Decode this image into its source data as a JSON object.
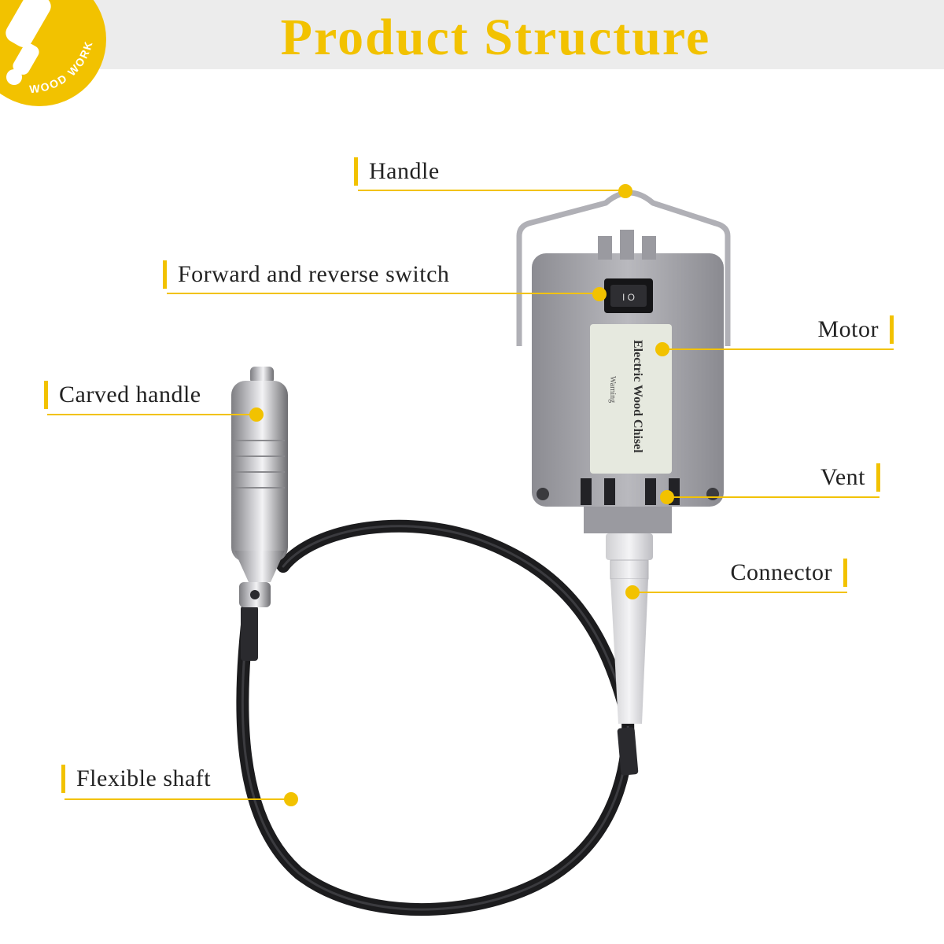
{
  "header": {
    "title": "Product Structure"
  },
  "logo": {
    "text": "WOOD WORK"
  },
  "colors": {
    "accent": "#f2c200",
    "header_band": "#ececec",
    "label_text": "#222222"
  },
  "callouts": [
    {
      "id": "handle",
      "label": "Handle",
      "side": "left"
    },
    {
      "id": "switch",
      "label": "Forward and reverse switch",
      "side": "left"
    },
    {
      "id": "motor",
      "label": "Motor",
      "side": "right"
    },
    {
      "id": "carved-handle",
      "label": "Carved handle",
      "side": "left"
    },
    {
      "id": "vent",
      "label": "Vent",
      "side": "right"
    },
    {
      "id": "connector",
      "label": "Connector",
      "side": "right"
    },
    {
      "id": "flexible-shaft",
      "label": "Flexible shaft",
      "side": "left"
    }
  ],
  "product": {
    "plate_text": "Electric Wood Chisel",
    "plate_warning": "Warning"
  }
}
